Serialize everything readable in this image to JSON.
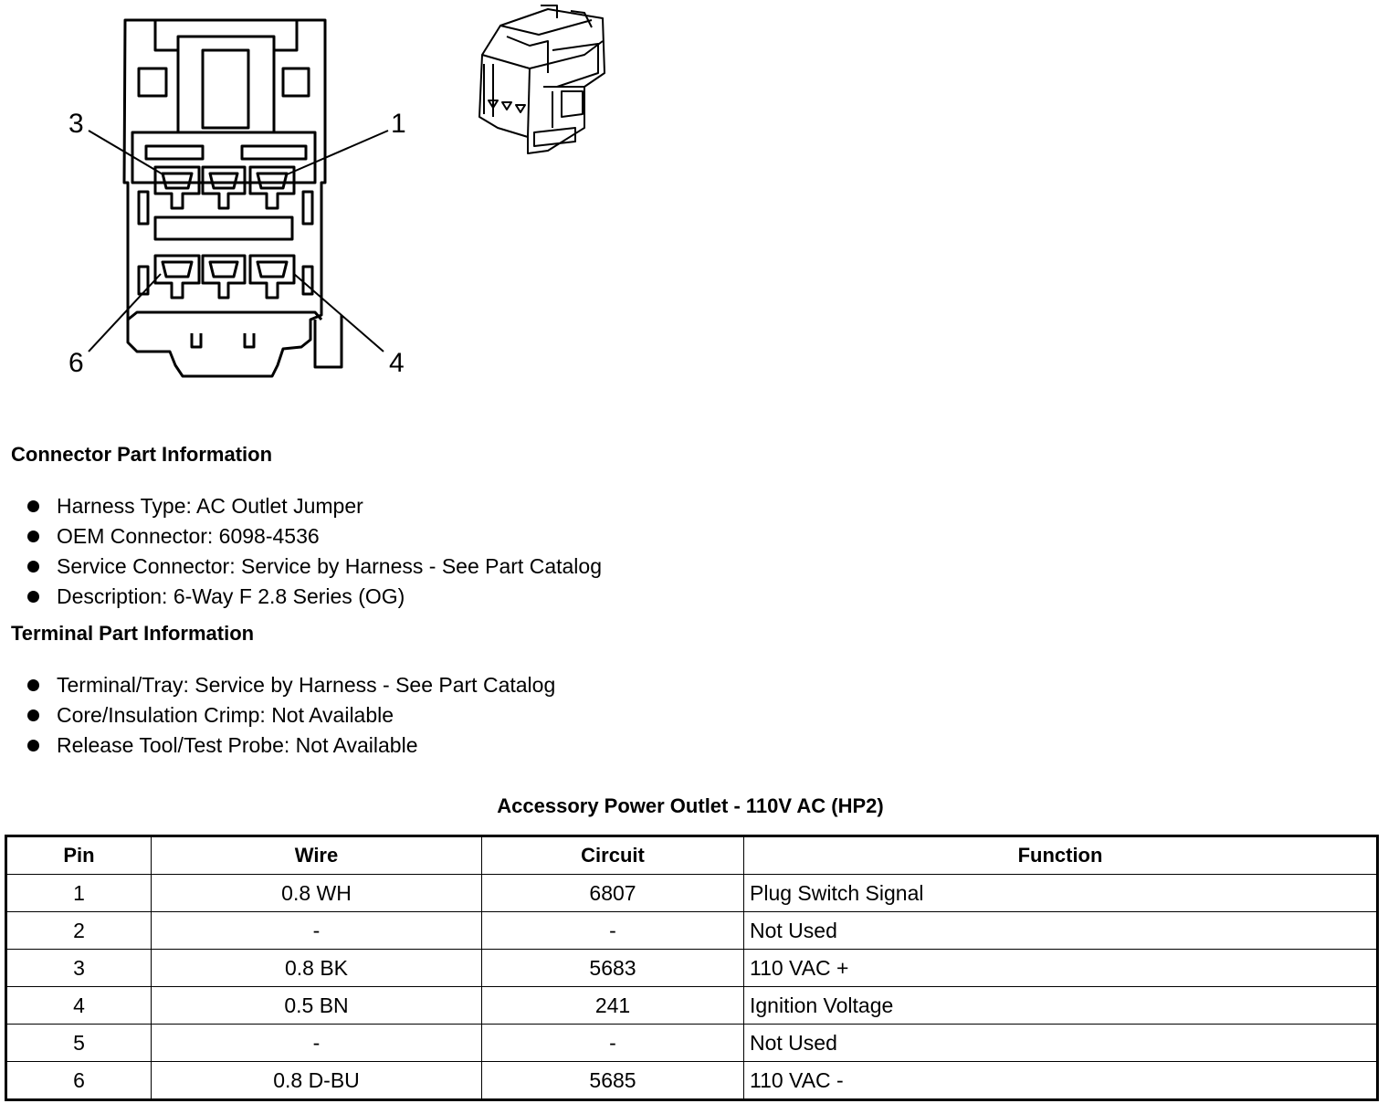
{
  "diagram": {
    "pin_callouts": [
      "3",
      "1",
      "6",
      "4"
    ]
  },
  "connector_info": {
    "title": "Connector Part Information",
    "items": [
      "Harness Type: AC Outlet Jumper",
      "OEM Connector: 6098-4536",
      "Service Connector: Service by Harness - See Part Catalog",
      "Description: 6-Way F 2.8 Series (OG)"
    ]
  },
  "terminal_info": {
    "title": "Terminal Part Information",
    "items": [
      "Terminal/Tray: Service by Harness - See Part Catalog",
      "Core/Insulation Crimp: Not Available",
      "Release Tool/Test Probe: Not Available"
    ]
  },
  "table": {
    "title": "Accessory Power Outlet - 110V AC (HP2)",
    "headers": [
      "Pin",
      "Wire",
      "Circuit",
      "Function"
    ],
    "rows": [
      [
        "1",
        "0.8 WH",
        "6807",
        "Plug Switch Signal"
      ],
      [
        "2",
        "-",
        "-",
        "Not Used"
      ],
      [
        "3",
        "0.8 BK",
        "5683",
        "110 VAC +"
      ],
      [
        "4",
        "0.5 BN",
        "241",
        "Ignition Voltage"
      ],
      [
        "5",
        "-",
        "-",
        "Not Used"
      ],
      [
        "6",
        "0.8 D-BU",
        "5685",
        "110 VAC -"
      ]
    ]
  }
}
